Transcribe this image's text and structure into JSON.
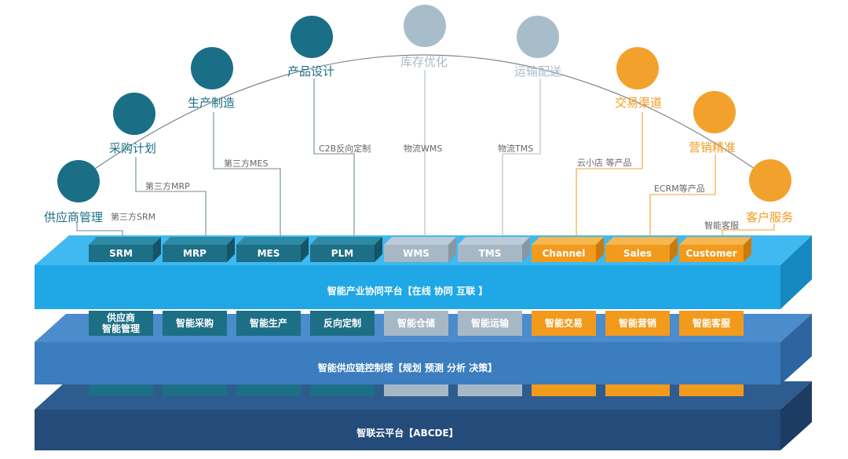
{
  "colors": {
    "teal": "#1a6f86",
    "grey": "#a7bdca",
    "orange": "#f2a22c",
    "platform_top": "#2cb1ec",
    "control_tower": "#3e7fbf",
    "cloud": "#2a5383"
  },
  "nodes": [
    {
      "label": "供应商管理",
      "color": "teal",
      "system": "第三方SRM"
    },
    {
      "label": "采购计划",
      "color": "teal",
      "system": "第三方MRP"
    },
    {
      "label": "生产制造",
      "color": "teal",
      "system": "第三方MES"
    },
    {
      "label": "产品设计",
      "color": "teal",
      "system": "C2B反向定制"
    },
    {
      "label": "库存优化",
      "color": "grey",
      "system": "物流WMS"
    },
    {
      "label": "运输配送",
      "color": "grey",
      "system": "物流TMS"
    },
    {
      "label": "交易渠道",
      "color": "orange",
      "system": "云小店 等产品"
    },
    {
      "label": "营销精准",
      "color": "orange",
      "system": "ECRM等产品"
    },
    {
      "label": "客户服务",
      "color": "orange",
      "system": "智能客服"
    }
  ],
  "layer1": {
    "title": "智能产业协同平台【在线 协同 互联 】",
    "modules": [
      "SRM",
      "MRP",
      "MES",
      "PLM",
      "WMS",
      "TMS",
      "Channel",
      "Sales",
      "Customer"
    ]
  },
  "layer2": {
    "title": "智能供应链控制塔【规划 预测 分析 决策】",
    "modules": [
      "供应商\n智能管理",
      "智能采购",
      "智能生产",
      "反向定制",
      "智能仓储",
      "智能运输",
      "智能交易",
      "智能营销",
      "智能客服"
    ]
  },
  "layer3": {
    "title": "智联云平台【ABCDE】"
  }
}
